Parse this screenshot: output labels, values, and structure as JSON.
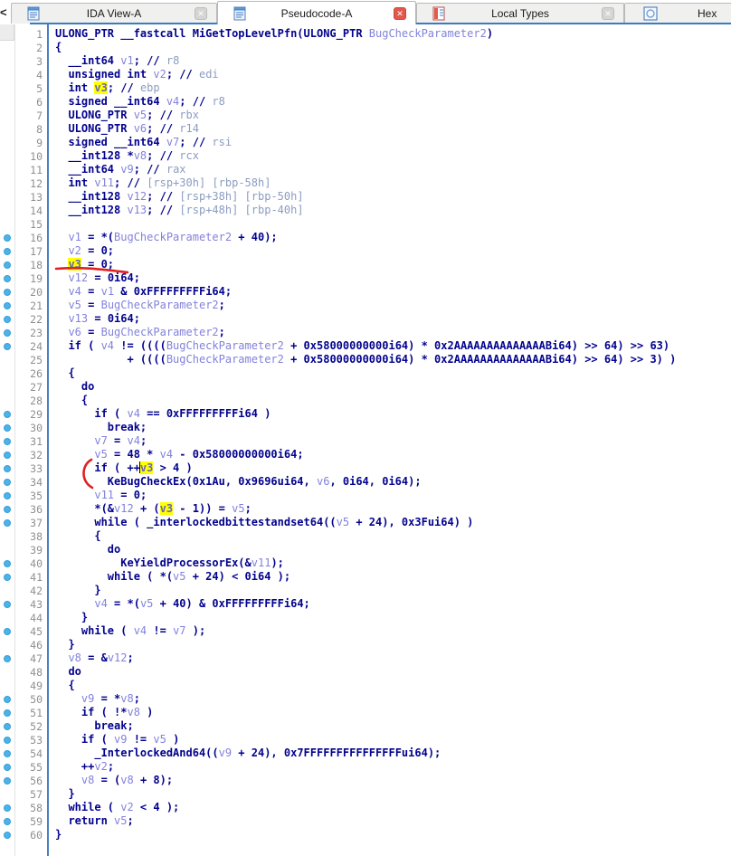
{
  "tab_bar": {
    "scroll_left_glyph": "<",
    "close_glyph": "✕",
    "tabs": [
      {
        "label": "IDA View-A"
      },
      {
        "label": "Pseudocode-A"
      },
      {
        "label": "Local Types"
      },
      {
        "label": "Hex"
      }
    ]
  },
  "colors": {
    "accent_blue": "#3a7cc0",
    "keyword_navy": "#02028e",
    "variable_lavender": "#8282dc",
    "comment_slate": "#8c9cc0",
    "highlight_yellow": "#ffff00",
    "marker_dot_blue": "#4db2e8",
    "annotation_red": "#e02020",
    "active_close_red": "#e2574a"
  },
  "editor": {
    "function_name": "MiGetTopLevelPfn",
    "lines": [
      {
        "n": 1,
        "dot": false,
        "t": [
          [
            "d",
            "ULONG_PTR __fastcall MiGetTopLevelPfn(ULONG_PTR "
          ],
          [
            "v",
            "BugCheckParameter2"
          ],
          [
            "d",
            ")"
          ]
        ]
      },
      {
        "n": 2,
        "dot": false,
        "t": [
          [
            "d",
            "{"
          ]
        ]
      },
      {
        "n": 3,
        "dot": false,
        "t": [
          [
            "d",
            "  __int64 "
          ],
          [
            "v",
            "v1"
          ],
          [
            "d",
            "; "
          ],
          [
            "m",
            "// "
          ],
          [
            "c",
            "r8"
          ]
        ]
      },
      {
        "n": 4,
        "dot": false,
        "t": [
          [
            "d",
            "  unsigned int "
          ],
          [
            "v",
            "v2"
          ],
          [
            "d",
            "; "
          ],
          [
            "m",
            "// "
          ],
          [
            "c",
            "edi"
          ]
        ]
      },
      {
        "n": 5,
        "dot": false,
        "t": [
          [
            "d",
            "  int "
          ],
          [
            "h",
            "v3"
          ],
          [
            "d",
            "; "
          ],
          [
            "m",
            "// "
          ],
          [
            "c",
            "ebp"
          ]
        ]
      },
      {
        "n": 6,
        "dot": false,
        "t": [
          [
            "d",
            "  signed __int64 "
          ],
          [
            "v",
            "v4"
          ],
          [
            "d",
            "; "
          ],
          [
            "m",
            "// "
          ],
          [
            "c",
            "r8"
          ]
        ]
      },
      {
        "n": 7,
        "dot": false,
        "t": [
          [
            "d",
            "  ULONG_PTR "
          ],
          [
            "v",
            "v5"
          ],
          [
            "d",
            "; "
          ],
          [
            "m",
            "// "
          ],
          [
            "c",
            "rbx"
          ]
        ]
      },
      {
        "n": 8,
        "dot": false,
        "t": [
          [
            "d",
            "  ULONG_PTR "
          ],
          [
            "v",
            "v6"
          ],
          [
            "d",
            "; "
          ],
          [
            "m",
            "// "
          ],
          [
            "c",
            "r14"
          ]
        ]
      },
      {
        "n": 9,
        "dot": false,
        "t": [
          [
            "d",
            "  signed __int64 "
          ],
          [
            "v",
            "v7"
          ],
          [
            "d",
            "; "
          ],
          [
            "m",
            "// "
          ],
          [
            "c",
            "rsi"
          ]
        ]
      },
      {
        "n": 10,
        "dot": false,
        "t": [
          [
            "d",
            "  __int128 *"
          ],
          [
            "v",
            "v8"
          ],
          [
            "d",
            "; "
          ],
          [
            "m",
            "// "
          ],
          [
            "c",
            "rcx"
          ]
        ]
      },
      {
        "n": 11,
        "dot": false,
        "t": [
          [
            "d",
            "  __int64 "
          ],
          [
            "v",
            "v9"
          ],
          [
            "d",
            "; "
          ],
          [
            "m",
            "// "
          ],
          [
            "c",
            "rax"
          ]
        ]
      },
      {
        "n": 12,
        "dot": false,
        "t": [
          [
            "d",
            "  int "
          ],
          [
            "v",
            "v11"
          ],
          [
            "d",
            "; "
          ],
          [
            "m",
            "// "
          ],
          [
            "c",
            "[rsp+30h] [rbp-58h]"
          ]
        ]
      },
      {
        "n": 13,
        "dot": false,
        "t": [
          [
            "d",
            "  __int128 "
          ],
          [
            "v",
            "v12"
          ],
          [
            "d",
            "; "
          ],
          [
            "m",
            "// "
          ],
          [
            "c",
            "[rsp+38h] [rbp-50h]"
          ]
        ]
      },
      {
        "n": 14,
        "dot": false,
        "t": [
          [
            "d",
            "  __int128 "
          ],
          [
            "v",
            "v13"
          ],
          [
            "d",
            "; "
          ],
          [
            "m",
            "// "
          ],
          [
            "c",
            "[rsp+48h] [rbp-40h]"
          ]
        ]
      },
      {
        "n": 15,
        "dot": false,
        "t": []
      },
      {
        "n": 16,
        "dot": true,
        "t": [
          [
            "d",
            "  "
          ],
          [
            "v",
            "v1"
          ],
          [
            "d",
            " = *("
          ],
          [
            "v",
            "BugCheckParameter2"
          ],
          [
            "d",
            " + 40);"
          ]
        ]
      },
      {
        "n": 17,
        "dot": true,
        "t": [
          [
            "d",
            "  "
          ],
          [
            "v",
            "v2"
          ],
          [
            "d",
            " = 0;"
          ]
        ]
      },
      {
        "n": 18,
        "dot": true,
        "t": [
          [
            "d",
            "  "
          ],
          [
            "h",
            "v3"
          ],
          [
            "d",
            " = 0;"
          ]
        ]
      },
      {
        "n": 19,
        "dot": true,
        "t": [
          [
            "d",
            "  "
          ],
          [
            "v",
            "v12"
          ],
          [
            "d",
            " = 0i64;"
          ]
        ]
      },
      {
        "n": 20,
        "dot": true,
        "t": [
          [
            "d",
            "  "
          ],
          [
            "v",
            "v4"
          ],
          [
            "d",
            " = "
          ],
          [
            "v",
            "v1"
          ],
          [
            "d",
            " & 0xFFFFFFFFFi64;"
          ]
        ]
      },
      {
        "n": 21,
        "dot": true,
        "t": [
          [
            "d",
            "  "
          ],
          [
            "v",
            "v5"
          ],
          [
            "d",
            " = "
          ],
          [
            "v",
            "BugCheckParameter2"
          ],
          [
            "d",
            ";"
          ]
        ]
      },
      {
        "n": 22,
        "dot": true,
        "t": [
          [
            "d",
            "  "
          ],
          [
            "v",
            "v13"
          ],
          [
            "d",
            " = 0i64;"
          ]
        ]
      },
      {
        "n": 23,
        "dot": true,
        "t": [
          [
            "d",
            "  "
          ],
          [
            "v",
            "v6"
          ],
          [
            "d",
            " = "
          ],
          [
            "v",
            "BugCheckParameter2"
          ],
          [
            "d",
            ";"
          ]
        ]
      },
      {
        "n": 24,
        "dot": true,
        "t": [
          [
            "d",
            "  if ( "
          ],
          [
            "v",
            "v4"
          ],
          [
            "d",
            " != (((("
          ],
          [
            "v",
            "BugCheckParameter2"
          ],
          [
            "d",
            " + 0x58000000000i64) * 0x2AAAAAAAAAAAAAABi64) >> 64) >> 63)"
          ]
        ]
      },
      {
        "n": 25,
        "dot": false,
        "t": [
          [
            "d",
            "           + (((("
          ],
          [
            "v",
            "BugCheckParameter2"
          ],
          [
            "d",
            " + 0x58000000000i64) * 0x2AAAAAAAAAAAAAABi64) >> 64) >> 3) )"
          ]
        ]
      },
      {
        "n": 26,
        "dot": false,
        "t": [
          [
            "d",
            "  {"
          ]
        ]
      },
      {
        "n": 27,
        "dot": false,
        "t": [
          [
            "d",
            "    do"
          ]
        ]
      },
      {
        "n": 28,
        "dot": false,
        "t": [
          [
            "d",
            "    {"
          ]
        ]
      },
      {
        "n": 29,
        "dot": true,
        "t": [
          [
            "d",
            "      if ( "
          ],
          [
            "v",
            "v4"
          ],
          [
            "d",
            " == 0xFFFFFFFFFi64 )"
          ]
        ]
      },
      {
        "n": 30,
        "dot": true,
        "t": [
          [
            "d",
            "        break;"
          ]
        ]
      },
      {
        "n": 31,
        "dot": true,
        "t": [
          [
            "d",
            "      "
          ],
          [
            "v",
            "v7"
          ],
          [
            "d",
            " = "
          ],
          [
            "v",
            "v4"
          ],
          [
            "d",
            ";"
          ]
        ]
      },
      {
        "n": 32,
        "dot": true,
        "t": [
          [
            "d",
            "      "
          ],
          [
            "v",
            "v5"
          ],
          [
            "d",
            " = 48 * "
          ],
          [
            "v",
            "v4"
          ],
          [
            "d",
            " - 0x58000000000i64;"
          ]
        ]
      },
      {
        "n": 33,
        "dot": true,
        "t": [
          [
            "d",
            "      if ( ++"
          ],
          [
            "t",
            ""
          ],
          [
            "h",
            "v3"
          ],
          [
            "d",
            " > 4 )"
          ]
        ]
      },
      {
        "n": 34,
        "dot": true,
        "t": [
          [
            "d",
            "        KeBugCheckEx(0x1Au, 0x9696ui64, "
          ],
          [
            "v",
            "v6"
          ],
          [
            "d",
            ", 0i64, 0i64);"
          ]
        ]
      },
      {
        "n": 35,
        "dot": true,
        "t": [
          [
            "d",
            "      "
          ],
          [
            "v",
            "v11"
          ],
          [
            "d",
            " = 0;"
          ]
        ]
      },
      {
        "n": 36,
        "dot": true,
        "t": [
          [
            "d",
            "      *(&"
          ],
          [
            "v",
            "v12"
          ],
          [
            "d",
            " + ("
          ],
          [
            "h",
            "v3"
          ],
          [
            "d",
            " - 1)) = "
          ],
          [
            "v",
            "v5"
          ],
          [
            "d",
            ";"
          ]
        ]
      },
      {
        "n": 37,
        "dot": true,
        "t": [
          [
            "d",
            "      while ( _interlockedbittestandset64(("
          ],
          [
            "v",
            "v5"
          ],
          [
            "d",
            " + 24), 0x3Fui64) )"
          ]
        ]
      },
      {
        "n": 38,
        "dot": false,
        "t": [
          [
            "d",
            "      {"
          ]
        ]
      },
      {
        "n": 39,
        "dot": false,
        "t": [
          [
            "d",
            "        do"
          ]
        ]
      },
      {
        "n": 40,
        "dot": true,
        "t": [
          [
            "d",
            "          KeYieldProcessorEx(&"
          ],
          [
            "v",
            "v11"
          ],
          [
            "d",
            ");"
          ]
        ]
      },
      {
        "n": 41,
        "dot": true,
        "t": [
          [
            "d",
            "        while ( *("
          ],
          [
            "v",
            "v5"
          ],
          [
            "d",
            " + 24) < 0i64 );"
          ]
        ]
      },
      {
        "n": 42,
        "dot": false,
        "t": [
          [
            "d",
            "      }"
          ]
        ]
      },
      {
        "n": 43,
        "dot": true,
        "t": [
          [
            "d",
            "      "
          ],
          [
            "v",
            "v4"
          ],
          [
            "d",
            " = *("
          ],
          [
            "v",
            "v5"
          ],
          [
            "d",
            " + 40) & 0xFFFFFFFFFi64;"
          ]
        ]
      },
      {
        "n": 44,
        "dot": false,
        "t": [
          [
            "d",
            "    }"
          ]
        ]
      },
      {
        "n": 45,
        "dot": true,
        "t": [
          [
            "d",
            "    while ( "
          ],
          [
            "v",
            "v4"
          ],
          [
            "d",
            " != "
          ],
          [
            "v",
            "v7"
          ],
          [
            "d",
            " );"
          ]
        ]
      },
      {
        "n": 46,
        "dot": false,
        "t": [
          [
            "d",
            "  }"
          ]
        ]
      },
      {
        "n": 47,
        "dot": true,
        "t": [
          [
            "d",
            "  "
          ],
          [
            "v",
            "v8"
          ],
          [
            "d",
            " = &"
          ],
          [
            "v",
            "v12"
          ],
          [
            "d",
            ";"
          ]
        ]
      },
      {
        "n": 48,
        "dot": false,
        "t": [
          [
            "d",
            "  do"
          ]
        ]
      },
      {
        "n": 49,
        "dot": false,
        "t": [
          [
            "d",
            "  {"
          ]
        ]
      },
      {
        "n": 50,
        "dot": true,
        "t": [
          [
            "d",
            "    "
          ],
          [
            "v",
            "v9"
          ],
          [
            "d",
            " = *"
          ],
          [
            "v",
            "v8"
          ],
          [
            "d",
            ";"
          ]
        ]
      },
      {
        "n": 51,
        "dot": true,
        "t": [
          [
            "d",
            "    if ( !*"
          ],
          [
            "v",
            "v8"
          ],
          [
            "d",
            " )"
          ]
        ]
      },
      {
        "n": 52,
        "dot": true,
        "t": [
          [
            "d",
            "      break;"
          ]
        ]
      },
      {
        "n": 53,
        "dot": true,
        "t": [
          [
            "d",
            "    if ( "
          ],
          [
            "v",
            "v9"
          ],
          [
            "d",
            " != "
          ],
          [
            "v",
            "v5"
          ],
          [
            "d",
            " )"
          ]
        ]
      },
      {
        "n": 54,
        "dot": true,
        "t": [
          [
            "d",
            "      _InterlockedAnd64(("
          ],
          [
            "v",
            "v9"
          ],
          [
            "d",
            " + 24), 0x7FFFFFFFFFFFFFFFui64);"
          ]
        ]
      },
      {
        "n": 55,
        "dot": true,
        "t": [
          [
            "d",
            "    ++"
          ],
          [
            "v",
            "v2"
          ],
          [
            "d",
            ";"
          ]
        ]
      },
      {
        "n": 56,
        "dot": true,
        "t": [
          [
            "d",
            "    "
          ],
          [
            "v",
            "v8"
          ],
          [
            "d",
            " = ("
          ],
          [
            "v",
            "v8"
          ],
          [
            "d",
            " + 8);"
          ]
        ]
      },
      {
        "n": 57,
        "dot": false,
        "t": [
          [
            "d",
            "  }"
          ]
        ]
      },
      {
        "n": 58,
        "dot": true,
        "t": [
          [
            "d",
            "  while ( "
          ],
          [
            "v",
            "v2"
          ],
          [
            "d",
            " < 4 );"
          ]
        ]
      },
      {
        "n": 59,
        "dot": true,
        "t": [
          [
            "d",
            "  return "
          ],
          [
            "v",
            "v5"
          ],
          [
            "d",
            ";"
          ]
        ]
      },
      {
        "n": 60,
        "dot": true,
        "t": [
          [
            "d",
            "}"
          ]
        ]
      }
    ]
  },
  "annotations": {
    "underline_target_line": "18",
    "paren_target_lines": "33-34"
  }
}
